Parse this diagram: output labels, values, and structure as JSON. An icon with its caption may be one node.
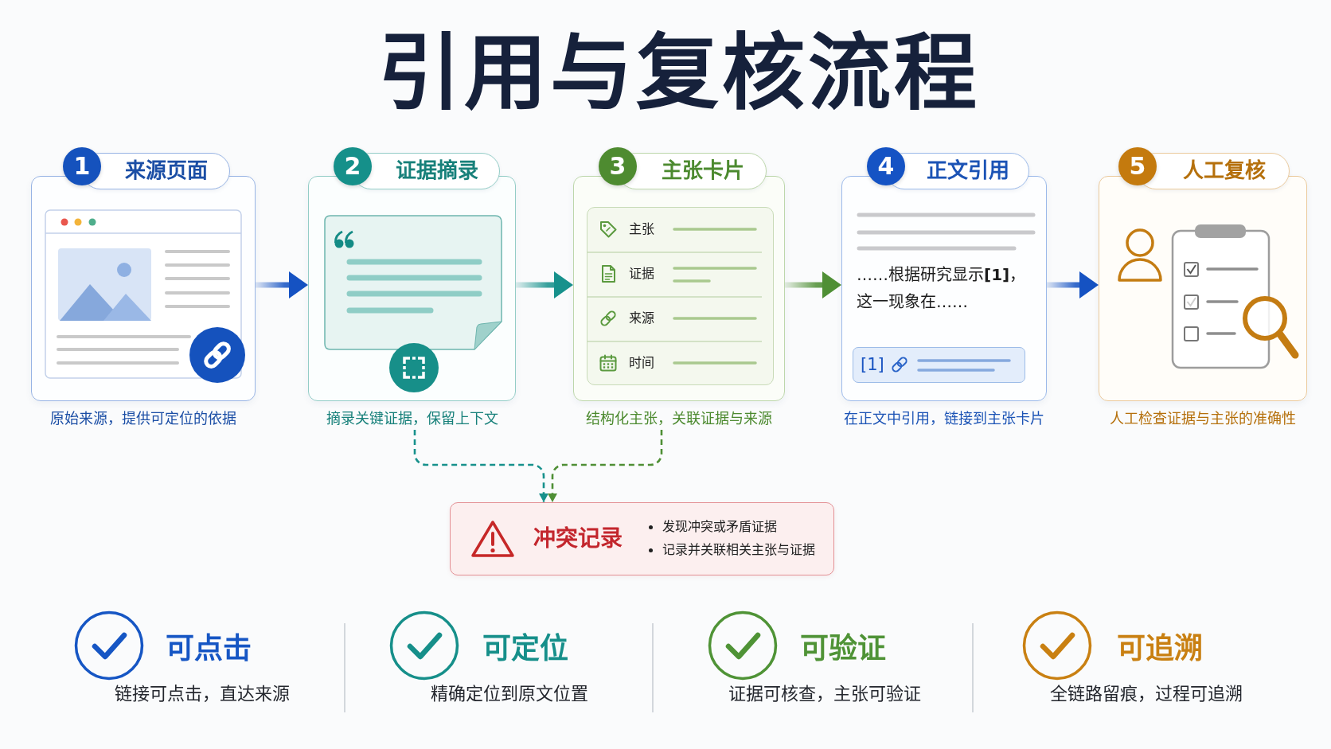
{
  "diagram": {
    "title": "引用与复核流程",
    "nodes": [
      {
        "text": [
          "1",
          "来源页面"
        ],
        "beside": [
          "原始来源，提供可定位的依据"
        ]
      },
      {
        "text": [
          "2",
          "证据摘录"
        ],
        "beside": [
          "摘录关键证据，保留上下文"
        ]
      },
      {
        "text": [
          "3",
          "主张卡片"
        ],
        "beside": [
          "结构化主张，关联证据与来源"
        ]
      },
      {
        "text": [
          "主张",
          "证据",
          "来源",
          "时间"
        ],
        "in": 2
      },
      {
        "text": [
          "4",
          "正文引用",
          "……根据研究显示**[1]**，这一现象在……"
        ],
        "beside": [
          "在正文中引用，链接到主张卡片"
        ]
      },
      {
        "text": [
          "[1]"
        ],
        "in": 4
      },
      {
        "text": [
          "5",
          "人工复核"
        ],
        "beside": [
          "人工检查证据与主张的准确性"
        ]
      },
      {
        "text": [
          "冲突记录",
          "发现冲突或矛盾证据",
          "记录并关联相关主张与证据"
        ]
      }
    ],
    "edges": [
      {
        "from": 0,
        "to": 1,
        "arrow": "to"
      },
      {
        "from": 1,
        "to": 2,
        "arrow": "to",
        "color": "#17918c"
      },
      {
        "from": 2,
        "to": 4,
        "arrow": "to",
        "color": "#4f8f35"
      },
      {
        "from": 4,
        "to": 6,
        "arrow": "to"
      },
      {
        "from": 1,
        "to": 7,
        "arrow": "to",
        "style": "dashed",
        "color": "#17918c"
      },
      {
        "from": 2,
        "to": 7,
        "arrow": "to",
        "style": "dashed",
        "color": "#4f8f35"
      }
    ],
    "labels": [
      "可点击",
      "链接可点击，直达来源",
      "可定位",
      "精确定位到原文位置",
      "可验证",
      "证据可核查，主张可验证",
      "可追溯",
      "全链路留痕，过程可追溯"
    ]
  }
}
